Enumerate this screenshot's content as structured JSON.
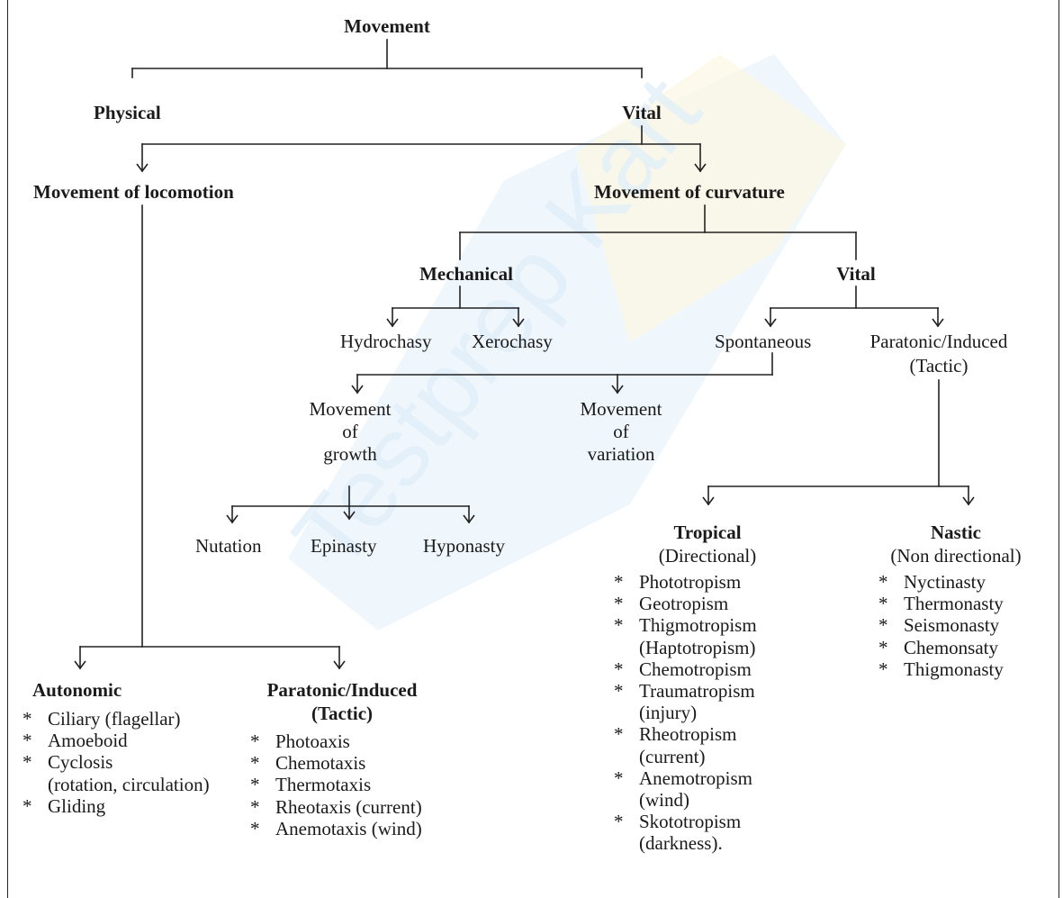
{
  "root": "Movement",
  "physical": "Physical",
  "vital": "Vital",
  "locomotion": "Movement of locomotion",
  "curvature": "Movement of curvature",
  "mechanical": "Mechanical",
  "vital2": "Vital",
  "hydrochasy": "Hydrochasy",
  "xerochasy": "Xerochasy",
  "spontaneous": "Spontaneous",
  "paratonic_induced": "Paratonic/Induced",
  "paratonic_tactic": "(Tactic)",
  "mov_growth": [
    "Movement",
    "of",
    "growth"
  ],
  "mov_variation": [
    "Movement",
    "of",
    "variation"
  ],
  "nutation": "Nutation",
  "epinasty": "Epinasty",
  "hyponasty": "Hyponasty",
  "tropical": {
    "title": "Tropical",
    "sub": "(Directional)",
    "items": [
      [
        "Phototropism"
      ],
      [
        "Geotropism"
      ],
      [
        "Thigmotropism",
        "(Haptotropism)"
      ],
      [
        "Chemotropism"
      ],
      [
        "Traumatropism",
        "(injury)"
      ],
      [
        "Rheotropism",
        "(current)"
      ],
      [
        "Anemotropism",
        "(wind)"
      ],
      [
        "Skototropism",
        "(darkness)."
      ]
    ]
  },
  "nastic": {
    "title": "Nastic",
    "sub": "(Non directional)",
    "items": [
      [
        "Nyctinasty"
      ],
      [
        "Thermonasty"
      ],
      [
        "Seismonasty"
      ],
      [
        "Chemonsaty"
      ],
      [
        "Thigmonasty"
      ]
    ]
  },
  "autonomic": {
    "title": "Autonomic",
    "items": [
      [
        "Ciliary (flagellar)"
      ],
      [
        "Amoeboid"
      ],
      [
        "Cyclosis",
        "(rotation, circulation)"
      ],
      [
        "Gliding"
      ]
    ]
  },
  "loco_paratonic": {
    "title": "Paratonic/Induced",
    "sub": "(Tactic)",
    "items": [
      [
        "Photoaxis"
      ],
      [
        "Chemotaxis"
      ],
      [
        "Thermotaxis"
      ],
      [
        "Rheotaxis (current)"
      ],
      [
        "Anemotaxis (wind)"
      ]
    ]
  },
  "bullet": "*",
  "watermark": "Testprep Kart",
  "colors": {
    "line": "#222222",
    "wm_blue": "#2b8fd6",
    "wm_yellow": "#f4c430"
  }
}
